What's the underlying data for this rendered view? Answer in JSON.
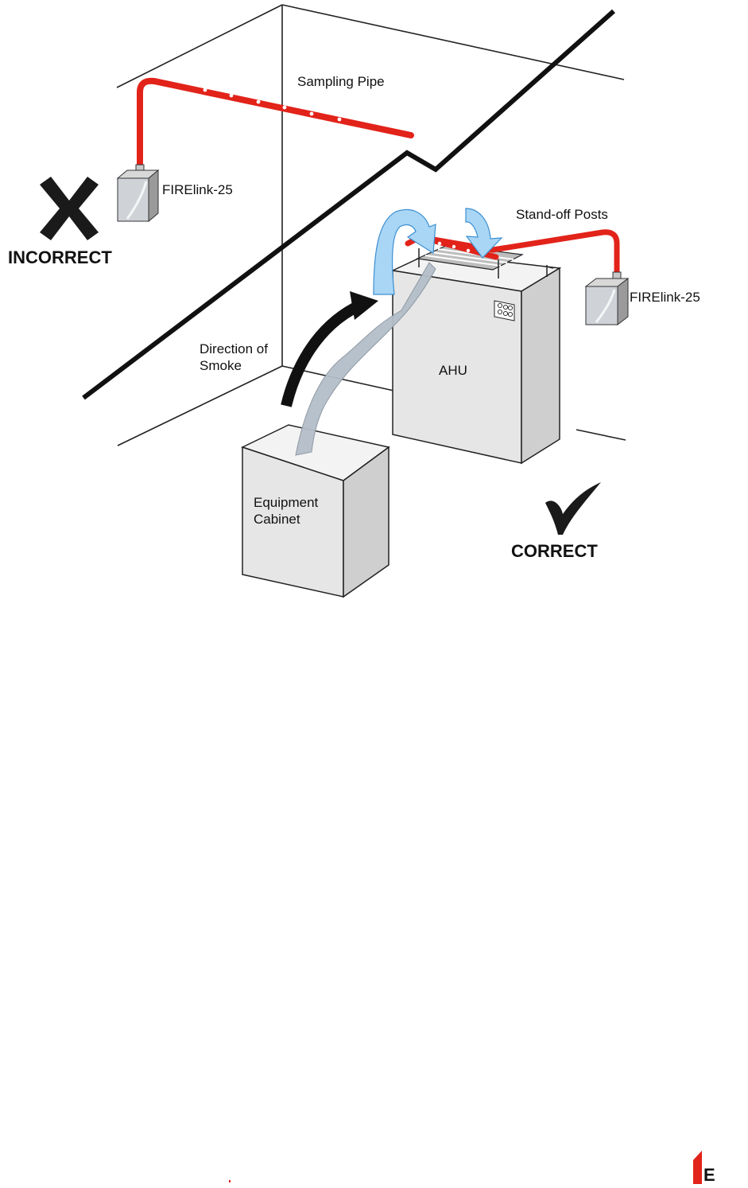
{
  "labels": {
    "sampling_pipe": "Sampling Pipe",
    "firelink_left": "FIRElink-25",
    "firelink_right": "FIRElink-25",
    "standoff_posts": "Stand-off Posts",
    "direction_line1": "Direction of",
    "direction_line2": "Smoke",
    "ahu": "AHU",
    "cabinet_line1": "Equipment",
    "cabinet_line2": "Cabinet"
  },
  "status": {
    "incorrect": "INCORRECT",
    "correct": "CORRECT"
  },
  "logo": {
    "letter": "E"
  },
  "colors": {
    "pipe": "#e2231a",
    "cross": "#1a1a1a",
    "tick": "#1a1a1a",
    "airflow": "#a9d6f5",
    "airflow_stroke": "#3b8fd1",
    "smoke": "#b4bec9",
    "box_front": "#e6e6e6",
    "box_side": "#cfcfcf",
    "box_top": "#f3f3f3",
    "logo_red": "#e2231a"
  },
  "icons": {
    "incorrect": "cross-icon",
    "correct": "check-icon",
    "logo": "company-logo-icon"
  }
}
